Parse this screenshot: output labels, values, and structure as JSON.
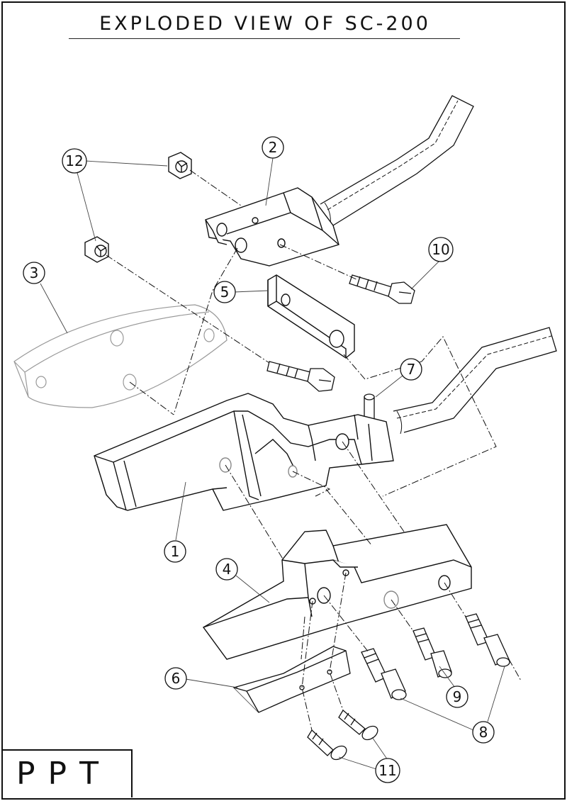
{
  "title": "EXPLODED VIEW OF SC-200",
  "logo": "PPT",
  "callouts": [
    {
      "id": "c1",
      "label": "1"
    },
    {
      "id": "c2",
      "label": "2"
    },
    {
      "id": "c3",
      "label": "3"
    },
    {
      "id": "c4",
      "label": "4"
    },
    {
      "id": "c5",
      "label": "5"
    },
    {
      "id": "c6",
      "label": "6"
    },
    {
      "id": "c7",
      "label": "7"
    },
    {
      "id": "c8",
      "label": "8"
    },
    {
      "id": "c9",
      "label": "9"
    },
    {
      "id": "c10",
      "label": "10"
    },
    {
      "id": "c11",
      "label": "11"
    },
    {
      "id": "c12",
      "label": "12"
    }
  ],
  "colors": {
    "ink": "#111111",
    "shade": "#bbbbbb",
    "paper": "#ffffff"
  }
}
